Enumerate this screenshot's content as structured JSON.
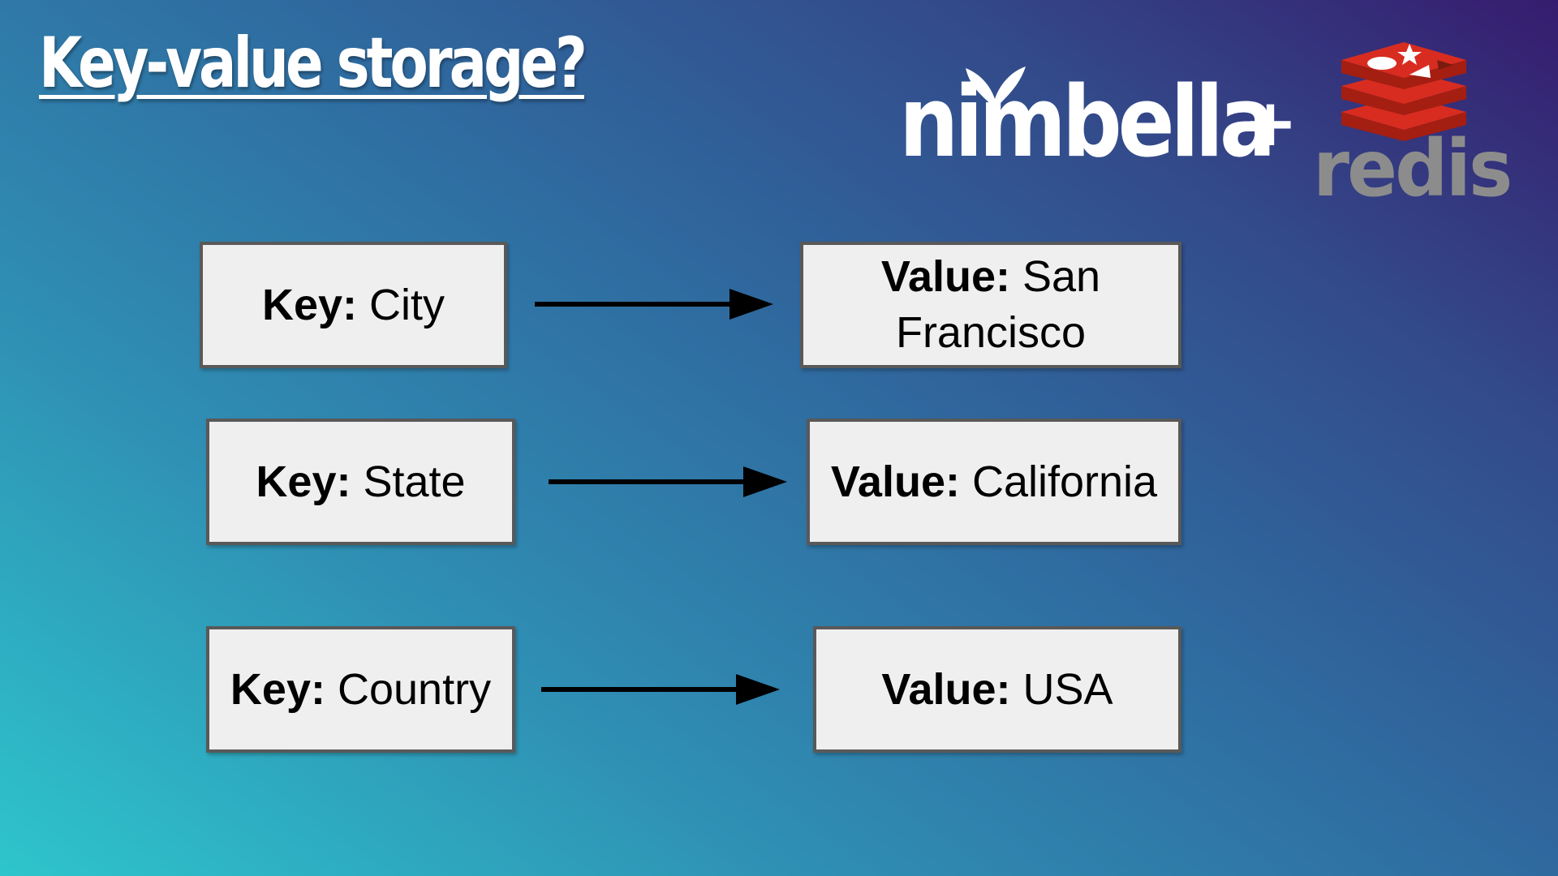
{
  "title": "Key-value storage?",
  "brand": {
    "nimbella": "nimbella",
    "plus": "+",
    "redis": "redis",
    "colors": {
      "nimbella": "#ffffff",
      "redis_text": "#8c8c8c",
      "redis_red": "#d82c20"
    }
  },
  "rows": [
    {
      "key_label": "Key:",
      "key": "City",
      "value_label": "Value:",
      "value": "San Francisco"
    },
    {
      "key_label": "Key:",
      "key": "State",
      "value_label": "Value:",
      "value": "California"
    },
    {
      "key_label": "Key:",
      "key": "Country",
      "value_label": "Value:",
      "value": "USA"
    }
  ]
}
